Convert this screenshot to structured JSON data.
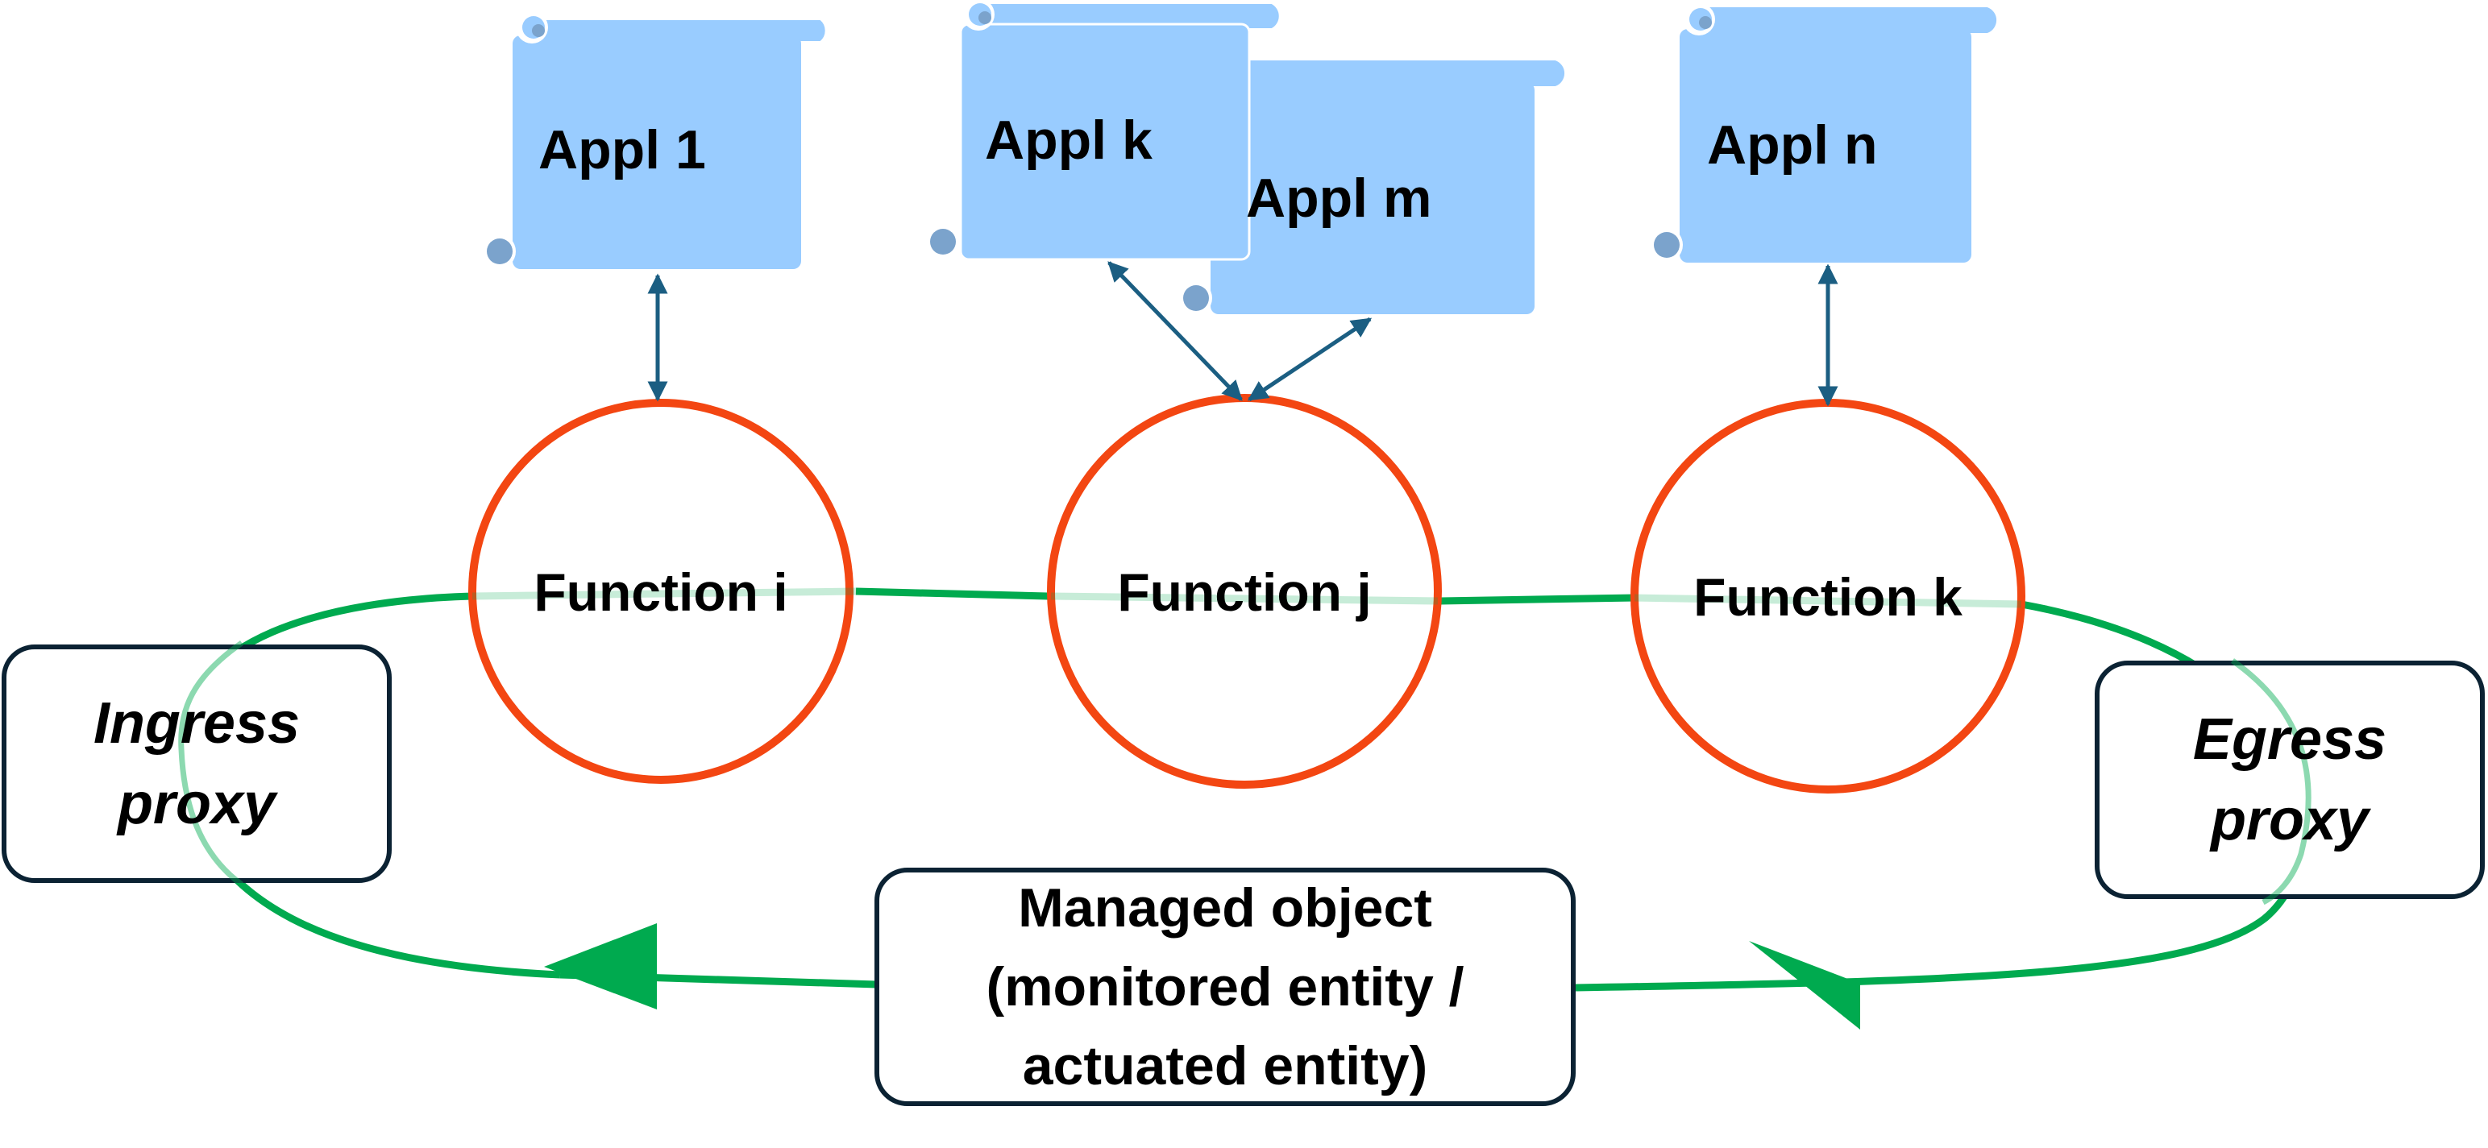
{
  "colors": {
    "scroll_fill": "#99CCFF",
    "scroll_curl": "#7BA3CC",
    "arrow_blue": "#1B5E82",
    "function_ring": "#F34612",
    "loop_green": "#00AA4F",
    "box_stroke": "#0B2233"
  },
  "applications": [
    {
      "id": "appl-1",
      "label": "Appl 1"
    },
    {
      "id": "appl-k",
      "label": "Appl k"
    },
    {
      "id": "appl-m",
      "label": "Appl m"
    },
    {
      "id": "appl-n",
      "label": "Appl n"
    }
  ],
  "functions": [
    {
      "id": "function-i",
      "label": "Function i"
    },
    {
      "id": "function-j",
      "label": "Function j"
    },
    {
      "id": "function-k",
      "label": "Function k"
    }
  ],
  "ingress": {
    "line1": "Ingress",
    "line2": "proxy"
  },
  "egress": {
    "line1": "Egress",
    "line2": "proxy"
  },
  "managed": {
    "line1": "Managed object",
    "line2": "(monitored entity /",
    "line3": "actuated entity)"
  }
}
